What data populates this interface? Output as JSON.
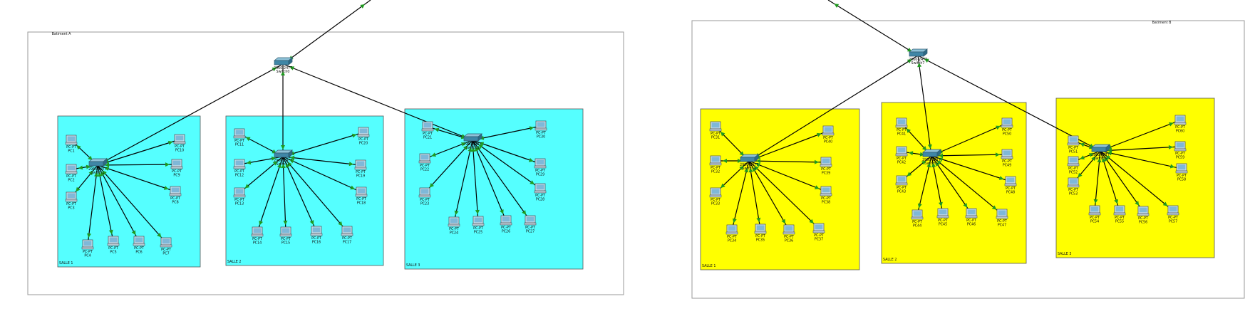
{
  "diagram": {
    "buildings": [
      {
        "label": "Batiment A",
        "switch": {
          "model": "2960-24TT",
          "name": "Switch0"
        },
        "rooms": [
          {
            "label": "SALLE 1",
            "color": "#55ffff",
            "switch": {
              "model": "2960-24TT",
              "name": "Switch1"
            },
            "pcs": [
              "PC1",
              "PC2",
              "PC3",
              "PC4",
              "PC5",
              "PC6",
              "PC7",
              "PC8",
              "PC9",
              "PC10"
            ]
          },
          {
            "label": "SALLE 2",
            "color": "#55ffff",
            "switch": {
              "model": "2960-24TT",
              "name": "Switch2"
            },
            "pcs": [
              "PC11",
              "PC12",
              "PC13",
              "PC14",
              "PC15",
              "PC16",
              "PC17",
              "PC18",
              "PC19",
              "PC20"
            ]
          },
          {
            "label": "SALLE 3",
            "color": "#55ffff",
            "switch": {
              "model": "2960-24TT",
              "name": "Switch3"
            },
            "pcs": [
              "PC21",
              "PC22",
              "PC23",
              "PC24",
              "PC25",
              "PC26",
              "PC27",
              "PC28",
              "PC29",
              "PC30"
            ]
          }
        ]
      },
      {
        "label": "Batiment B",
        "switch": {
          "model": "2960-24TT",
          "name": "Switch7"
        },
        "rooms": [
          {
            "label": "SALLE 1",
            "color": "#ffff00",
            "switch": {
              "model": "2960-24TT",
              "name": "Switch4"
            },
            "pcs": [
              "PC31",
              "PC32",
              "PC33",
              "PC34",
              "PC35",
              "PC36",
              "PC37",
              "PC38",
              "PC39",
              "PC40"
            ]
          },
          {
            "label": "SALLE 2",
            "color": "#ffff00",
            "switch": {
              "model": "2960-24TT",
              "name": "Switch5"
            },
            "pcs": [
              "PC41",
              "PC42",
              "PC43",
              "PC44",
              "PC45",
              "PC46",
              "PC47",
              "PC48",
              "PC49",
              "PC50"
            ]
          },
          {
            "label": "SALLE 3",
            "color": "#ffff00",
            "switch": {
              "model": "2960-24TT",
              "name": "Switch6"
            },
            "pcs": [
              "PC51",
              "PC52",
              "PC53",
              "PC54",
              "PC55",
              "PC56",
              "PC57",
              "PC58",
              "PC59",
              "PC60"
            ]
          }
        ]
      }
    ],
    "pc_type": "PC-PT",
    "colors": {
      "link": "#000000",
      "port": "#1f9a1f",
      "building_border": "#9a9a9a",
      "room_border": "#555555"
    },
    "icons": {
      "pc": "pc-icon",
      "switch": "switch-icon"
    }
  }
}
